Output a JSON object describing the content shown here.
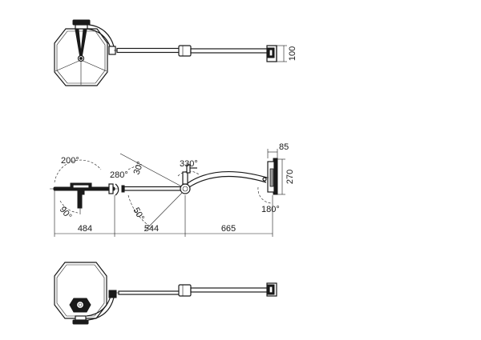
{
  "views": {
    "top": {
      "dimension": "100"
    },
    "side": {
      "dim_85": "85",
      "dim_270": "270",
      "dim_484": "484",
      "dim_544": "544",
      "dim_665": "665",
      "angle_200": "200°",
      "angle_280": "280°",
      "angle_30": "30°",
      "angle_50": "50°",
      "angle_90": "90°",
      "angle_330": "330°",
      "angle_180": "180°"
    }
  }
}
